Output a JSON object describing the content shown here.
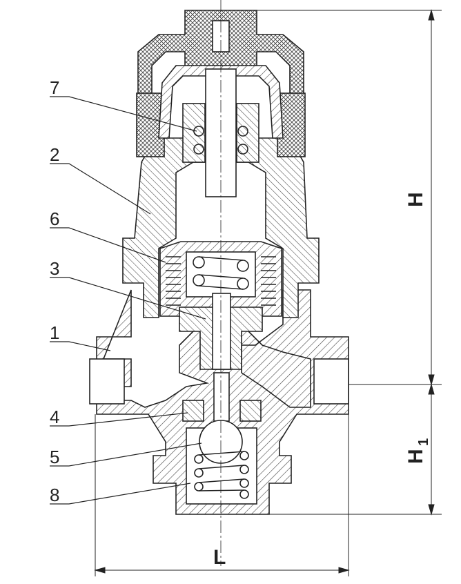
{
  "drawing": {
    "parts": [
      {
        "number": "7"
      },
      {
        "number": "2"
      },
      {
        "number": "6"
      },
      {
        "number": "3"
      },
      {
        "number": "1"
      },
      {
        "number": "4"
      },
      {
        "number": "5"
      },
      {
        "number": "8"
      }
    ],
    "dimensions": {
      "height": "H",
      "lower_height": "H",
      "lower_height_sub": "1",
      "length": "L"
    },
    "colors": {
      "line": "#222222",
      "hatch": "#444444",
      "fill": "#ffffff"
    }
  }
}
